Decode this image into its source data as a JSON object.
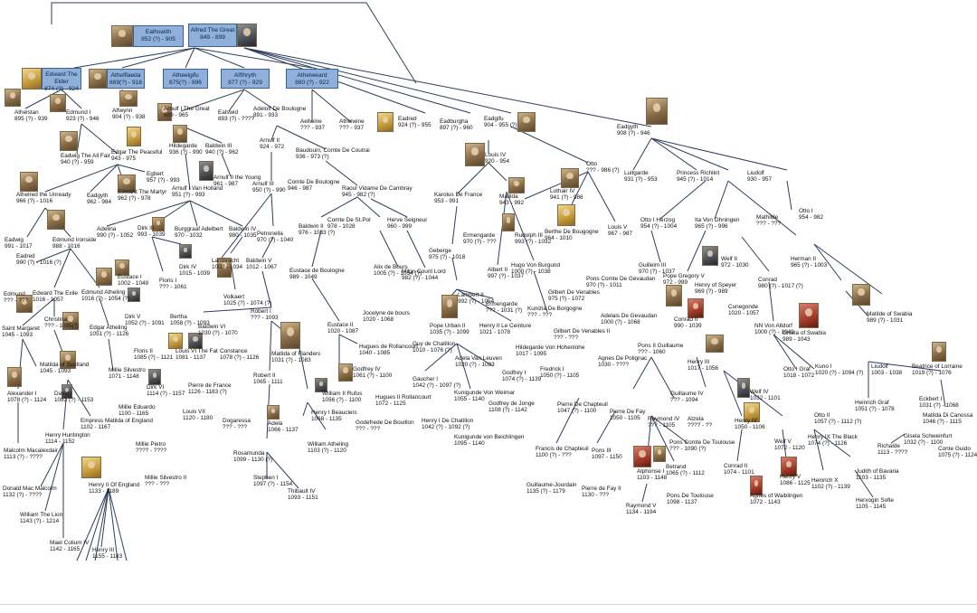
{
  "colors": {
    "box_fill": "#8fb0da",
    "line": "#2c3e5c"
  },
  "boxes": [
    {
      "id": "ealhswith",
      "name": "Ealhswith",
      "dates": "852 (?) - 905"
    },
    {
      "id": "alfred",
      "name": "Alfred The Great",
      "dates": "849 - 899"
    },
    {
      "id": "edward_elder",
      "name": "Edward The Elder",
      "dates": "874 (?) - 924"
    },
    {
      "id": "aethelflaeda",
      "name": "Athelflaeda",
      "dates": "869(?) - 918"
    },
    {
      "id": "aethelgifu",
      "name": "Atheelgifu",
      "dates": "875(?) - 896"
    },
    {
      "id": "aelfthryth",
      "name": "Alfthryth",
      "dates": "877 (?) - 929"
    },
    {
      "id": "aethelweard",
      "name": "Athelweard",
      "dates": "880 (?) - 922"
    }
  ],
  "people": [
    {
      "id": "aethelstan",
      "name": "Athelstan",
      "dates": "895 (?) - 939"
    },
    {
      "id": "edmund_i",
      "name": "Edmund I",
      "dates": "923 (?) - 946"
    },
    {
      "id": "aelfwynn",
      "name": "Alfwynn",
      "dates": "904 (?) - 938"
    },
    {
      "id": "arnulf_great",
      "name": "Arnulf I The Great",
      "dates": "889 - 965"
    },
    {
      "id": "ealswid",
      "name": "Ealswid",
      "dates": "893 (?) - ????"
    },
    {
      "id": "adelolf",
      "name": "Adelolf De Boulogne",
      "dates": "891 - 933"
    },
    {
      "id": "aellwine",
      "name": "Aellwine",
      "dates": "??? - 937"
    },
    {
      "id": "aethelwine",
      "name": "Athelwine",
      "dates": "??? - 937"
    },
    {
      "id": "eadred",
      "name": "Eadred",
      "dates": "924 (?) - 955"
    },
    {
      "id": "eadburgha",
      "name": "Eadburgha",
      "dates": "897 (?) - 960"
    },
    {
      "id": "eadgifu",
      "name": "Eadgifu",
      "dates": "904 - 955 (?)"
    },
    {
      "id": "eadgyth",
      "name": "Eadgyth",
      "dates": "908 (?) - 946"
    },
    {
      "id": "eadwig",
      "name": "Eadwig The All Fair",
      "dates": "940 (?) - 959"
    },
    {
      "id": "edgar",
      "name": "Edgar The Peaceful",
      "dates": "943 - 975"
    },
    {
      "id": "hildegarde",
      "name": "Hildegarde",
      "dates": "936 (?) - 990"
    },
    {
      "id": "baldwin_iii",
      "name": "Baldwin III",
      "dates": "940 (?) - 962"
    },
    {
      "id": "arnulf_ii",
      "name": "Arnulf II",
      "dates": "924 - 972"
    },
    {
      "id": "baudouin",
      "name": "Baudouin, Comte De Coutrai",
      "dates": "936 - 973 (?)"
    },
    {
      "id": "louis_iv",
      "name": "Louis IV",
      "dates": "920 - 954"
    },
    {
      "id": "otto_986",
      "name": "Otto",
      "dates": "??? - 986 (?)"
    },
    {
      "id": "egbert",
      "name": "Egbert",
      "dates": "957 (?) - 993"
    },
    {
      "id": "arnulf_young",
      "name": "Arnulf II the Young",
      "dates": "961 - 987"
    },
    {
      "id": "aethelred",
      "name": "Athelred the Unready",
      "dates": "966 (?) - 1016"
    },
    {
      "id": "eadgyth2",
      "name": "Eadgyth",
      "dates": "962 - 984"
    },
    {
      "id": "edward_martyr",
      "name": "Edward The Martyr",
      "dates": "962 (?) - 978"
    },
    {
      "id": "arnulf_holland",
      "name": "Arnulf I Van Holland",
      "dates": "951 (?) - 993"
    },
    {
      "id": "arnulf_iii",
      "name": "Arnulf III",
      "dates": "950 (?) - 990"
    },
    {
      "id": "comte_boulogne",
      "name": "Comte De Boulogne",
      "dates": "946 - 987"
    },
    {
      "id": "raoul",
      "name": "Raoul Vidame De Cambray",
      "dates": "945 - 982 (?)"
    },
    {
      "id": "karolus",
      "name": "Karolus De France",
      "dates": "953 - 991"
    },
    {
      "id": "matilda_943",
      "name": "Matilda",
      "dates": "943 - 992"
    },
    {
      "id": "lothair",
      "name": "Lothair IV",
      "dates": "941 (?) - 986"
    },
    {
      "id": "luitgarde",
      "name": "Luitgarde",
      "dates": "931 (?) - 953"
    },
    {
      "id": "richlint",
      "name": "Princess Richlint",
      "dates": "945 (?) - 1014"
    },
    {
      "id": "liudolf",
      "name": "Liudolf",
      "dates": "930 - 957"
    },
    {
      "id": "eadwig2",
      "name": "Eadwig",
      "dates": "991 - 1017"
    },
    {
      "id": "edmund_ironside",
      "name": "Edmund Ironside",
      "dates": "988 - 1016"
    },
    {
      "id": "adelina",
      "name": "Adelina",
      "dates": "990 (?) - 1052"
    },
    {
      "id": "dirk_iii",
      "name": "Dirk III",
      "dates": "993 - 1039"
    },
    {
      "id": "burggraaf",
      "name": "Burggraaf Adelbert",
      "dates": "970 - 1032"
    },
    {
      "id": "baldwin_iv",
      "name": "Baldwin IV",
      "dates": "980 - 1035"
    },
    {
      "id": "petronella",
      "name": "Petronella",
      "dates": "970 (?) - 1040"
    },
    {
      "id": "baldwin_ii",
      "name": "Baldwin II",
      "dates": "976 - 1033 (?)"
    },
    {
      "id": "comte_stpol",
      "name": "Comte De St.Pol",
      "dates": "978 - 1028"
    },
    {
      "id": "herve",
      "name": "Herve Seigneur",
      "dates": "960 - 999"
    },
    {
      "id": "ermengarde",
      "name": "Ermengarde",
      "dates": "970 (?) - ???"
    },
    {
      "id": "rudolph",
      "name": "Rudolph III",
      "dates": "993 (?) - 1032"
    },
    {
      "id": "berthe",
      "name": "Berthe De Bougogne",
      "dates": "964 - 1010"
    },
    {
      "id": "louis_v",
      "name": "Louis V",
      "dates": "967 - 987"
    },
    {
      "id": "otto_herzog",
      "name": "Otto I Herzog",
      "dates": "954 (?) - 1004"
    },
    {
      "id": "ita",
      "name": "Ita Von Ohningen",
      "dates": "965 (?) - 996"
    },
    {
      "id": "mathilde",
      "name": "Mathilde",
      "dates": "??? - ???"
    },
    {
      "id": "otto_i",
      "name": "Otto I",
      "dates": "954 - 982"
    },
    {
      "id": "eadred2",
      "name": "Eadred",
      "dates": "990 (?) - 1016 (?)"
    },
    {
      "id": "edmund_2",
      "name": "Edmund",
      "dates": "??? - ???"
    },
    {
      "id": "edward_exile",
      "name": "Edward The Exile",
      "dates": "1016 - 1057"
    },
    {
      "id": "edmund_aetheling",
      "name": "Edmund Atheling",
      "dates": "1016 (?) - 1054 (?)"
    },
    {
      "id": "eustace_i",
      "name": "Eustace I",
      "dates": "1002 - 1049"
    },
    {
      "id": "dirk_iv",
      "name": "Dirk IV",
      "dates": "1015 - 1039"
    },
    {
      "id": "floris_i",
      "name": "Floris I",
      "dates": "??? - 1061"
    },
    {
      "id": "lambrecht",
      "name": "Lambrecht",
      "dates": "1000 - 1034"
    },
    {
      "id": "baldwin_v",
      "name": "Baldwin V",
      "dates": "1012 - 1067"
    },
    {
      "id": "eustace_boulogne",
      "name": "Eustace de Boulogne",
      "dates": "989 - 1049"
    },
    {
      "id": "alix",
      "name": "Alix de Bours",
      "dates": "1005 (?) - 1054 (?)"
    },
    {
      "id": "milon",
      "name": "Milon Count Lord",
      "dates": "982 (?) - 1044"
    },
    {
      "id": "geberge",
      "name": "Geberge",
      "dates": "975 (?) - 1018"
    },
    {
      "id": "albert_ii",
      "name": "Albert II",
      "dates": "997 (?) - 1037"
    },
    {
      "id": "hugo",
      "name": "Hugo Von Burgund",
      "dates": "1000 (?) - 1038"
    },
    {
      "id": "guillelm",
      "name": "Guillelm III",
      "dates": "970 (?) - 1037"
    },
    {
      "id": "welf_ii",
      "name": "Welf II",
      "dates": "972 - 1030"
    },
    {
      "id": "herman_ii",
      "name": "Herman II",
      "dates": "965 (?) - 1003"
    },
    {
      "id": "pope_gregory",
      "name": "Pope Gregory V",
      "dates": "972 - 999"
    },
    {
      "id": "henry_speyer",
      "name": "Henry of Speyer",
      "dates": "969 (?) - 989"
    },
    {
      "id": "conrad",
      "name": "Conrad",
      "dates": "980 (?) - 1017 (?)"
    },
    {
      "id": "gilbert",
      "name": "Gilbert De Venables",
      "dates": "975 (?) - 1072"
    },
    {
      "id": "kunizia",
      "name": "Kunizia De Borgogne",
      "dates": "??? - ???"
    },
    {
      "id": "pons_gevaudan",
      "name": "Pons Comte De Gevaudan",
      "dates": "970 (?) - 1011"
    },
    {
      "id": "saint_margaret",
      "name": "Saint Margaret",
      "dates": "1045 - 1093"
    },
    {
      "id": "christina",
      "name": "Christina",
      "dates": "??? - 1095(?)"
    },
    {
      "id": "edgar_aetheling",
      "name": "Edgar Atheling",
      "dates": "1051 (?) - 1126"
    },
    {
      "id": "dirk_v",
      "name": "Dirk V",
      "dates": "1052 (?) - 1091"
    },
    {
      "id": "bertha",
      "name": "Bertha",
      "dates": "1058 (?) - 1093"
    },
    {
      "id": "volkaert",
      "name": "Volkaert",
      "dates": "1025 (?) - 1074 (?)"
    },
    {
      "id": "robert_i",
      "name": "Robert I",
      "dates": "??? - 1093"
    },
    {
      "id": "baldwin_vi",
      "name": "Baldwin VI",
      "dates": "1030 (?) - 1070"
    },
    {
      "id": "jocelyne",
      "name": "Jocelyne de bours",
      "dates": "1020 - 1068"
    },
    {
      "id": "lambert_ii",
      "name": "Lambert II",
      "dates": "992 (?) - 1054"
    },
    {
      "id": "ermengarde2",
      "name": "Ermengarde",
      "dates": "??? - 1031 (?)"
    },
    {
      "id": "conrad_ii",
      "name": "Conrad II",
      "dates": "990 - 1039"
    },
    {
      "id": "cunegonde",
      "name": "Cunegonde",
      "dates": "1020 - 1057"
    },
    {
      "id": "nn_altdorf",
      "name": "NN Von Altdorf",
      "dates": "1000 (?) - 1049"
    },
    {
      "id": "gisela",
      "name": "Gisela of Swabia",
      "dates": "989 - 1043"
    },
    {
      "id": "matilde_swabia",
      "name": "Matilde of Swabia",
      "dates": "989 (?) - 1031"
    },
    {
      "id": "adelais",
      "name": "Adelais De Gevaudan",
      "dates": "1000 (?) - 1068"
    },
    {
      "id": "gilbert2",
      "name": "Gilbert De Venables II",
      "dates": "??? - ???"
    },
    {
      "id": "floris_ii",
      "name": "Floris II",
      "dates": "1085 (?) - 1121"
    },
    {
      "id": "louis_fat",
      "name": "Louis VI The Fat",
      "dates": "1081 - 1137"
    },
    {
      "id": "constance",
      "name": "Constance",
      "dates": "1078 (?) - 1126"
    },
    {
      "id": "matilda_flanders",
      "name": "Matilda of Flanders",
      "dates": "1031 (?) - 1083"
    },
    {
      "id": "eustace_ii",
      "name": "Eustace II",
      "dates": "1020 - 1087"
    },
    {
      "id": "hugues_roll",
      "name": "Hugues de Rollancourt",
      "dates": "1040 - 1085"
    },
    {
      "id": "guy",
      "name": "Guy de Chatillon",
      "dates": "1010 - 1076 (?)"
    },
    {
      "id": "pope_urban",
      "name": "Pope Urban II",
      "dates": "1035 (?) - 1099"
    },
    {
      "id": "henry_ceinture",
      "name": "Henry II Le Ceinture",
      "dates": "1021 - 1078"
    },
    {
      "id": "hildegarde_hoh",
      "name": "Hildegarde Von Hohenlohe",
      "dates": "1017 - 1095"
    },
    {
      "id": "pons_ii",
      "name": "Pons II Guillaume",
      "dates": "??? - 1060"
    },
    {
      "id": "henry_iii",
      "name": "Henry III",
      "dates": "1017 - 1056"
    },
    {
      "id": "otto_graf",
      "name": "Otto I Graf",
      "dates": "1018 - 1072"
    },
    {
      "id": "kuno",
      "name": "Kuno I",
      "dates": "1020 (?) - 1094 (?)"
    },
    {
      "id": "liudolf2",
      "name": "Liudolf",
      "dates": "1003 - 1038"
    },
    {
      "id": "beatrice",
      "name": "Beatrice of Lorraine",
      "dates": "1019 (?) - 1076"
    },
    {
      "id": "alexander",
      "name": "Alexander I",
      "dates": "1078 (?) - 1124"
    },
    {
      "id": "matilda_scot",
      "name": "Matilda of Scotland",
      "dates": "1045 - 1093"
    },
    {
      "id": "millie",
      "name": "Millie Silvestro",
      "dates": "1071 - 1148"
    },
    {
      "id": "dirk_vi",
      "name": "Dirk VI",
      "dates": "1114 (?) - 1157"
    },
    {
      "id": "pierre_france",
      "name": "Pierre de France",
      "dates": "1126 - 1183 (?)"
    },
    {
      "id": "robert_ii",
      "name": "Robert II",
      "dates": "1065 - 1111"
    },
    {
      "id": "william_rufus",
      "name": "William II Rufus",
      "dates": "1056 (?) - 1100"
    },
    {
      "id": "godfrey_iv",
      "name": "Godfrey IV",
      "dates": "1061 (?) - 1100"
    },
    {
      "id": "hugues_ii",
      "name": "Hugues II Rollancourt",
      "dates": "1072 - 1125"
    },
    {
      "id": "adela_louvain",
      "name": "Adela Van Leuven",
      "dates": "1020 (?) - 1083"
    },
    {
      "id": "godfrey_i",
      "name": "Godfrey I",
      "dates": "1074 (?) - 1139"
    },
    {
      "id": "fredrick",
      "name": "Fredrick I",
      "dates": "1050 (?) - 1105"
    },
    {
      "id": "agnes",
      "name": "Agnes De Polignac",
      "dates": "1030 - ????"
    },
    {
      "id": "guillaume_iv",
      "name": "Guillaume IV",
      "dates": "??? - 1094"
    },
    {
      "id": "welf_iv",
      "name": "Welf IV",
      "dates": "1032 - 1101"
    },
    {
      "id": "otto_ii",
      "name": "Otto II",
      "dates": "1057 (?) - 1112 (?)"
    },
    {
      "id": "heinrich_graf",
      "name": "Heinrich Graf",
      "dates": "1051 (?) - 1078"
    },
    {
      "id": "eckbert",
      "name": "Eckbert I",
      "dates": "1031 (?) - 1068"
    },
    {
      "id": "matilda_canossa",
      "name": "Matilda Di Canossa",
      "dates": "1046 (?) - 1115"
    },
    {
      "id": "david_i",
      "name": "David I",
      "dates": "1083 (?) - 1153"
    },
    {
      "id": "empress",
      "name": "Empress Matilda of England",
      "dates": "1102 - 1167"
    },
    {
      "id": "millie_eduardo",
      "name": "Millie Eduardo",
      "dates": "1100 - 1165"
    },
    {
      "id": "louis_vii",
      "name": "Louis VII",
      "dates": "1120 - 1180"
    },
    {
      "id": "henry_beauclerc",
      "name": "Henry I Beauclerc",
      "dates": "1068 - 1135"
    },
    {
      "id": "gaucher",
      "name": "Gaucher I",
      "dates": "1042 (?) - 1097 (?)"
    },
    {
      "id": "kunigunde",
      "name": "Kunigunde Von Weimar",
      "dates": "1055 - 1140"
    },
    {
      "id": "godfrey_jonge",
      "name": "Godfrey de Jonge",
      "dates": "1108 (?) - 1142"
    },
    {
      "id": "pierre_chapteuil",
      "name": "Pierre De Chapteuil",
      "dates": "1047 (?) - 1100"
    },
    {
      "id": "pierre_fay",
      "name": "Pierre De Fay",
      "dates": "1050 - 1105"
    },
    {
      "id": "raymond_iv",
      "name": "Raymond IV",
      "dates": "??? - 1105"
    },
    {
      "id": "atzela",
      "name": "Atzela",
      "dates": "???? - ??"
    },
    {
      "id": "henry_iv",
      "name": "Henry IV",
      "dates": "1050 - 1106"
    },
    {
      "id": "welf_v",
      "name": "Welf V",
      "dates": "1072 - 1120"
    },
    {
      "id": "henry_ix",
      "name": "Henry IX The Black",
      "dates": "1074 (?) - 1126"
    },
    {
      "id": "gisela_schw",
      "name": "Gisela Schweinfurt",
      "dates": "1032 (?) - 1100"
    },
    {
      "id": "richalde",
      "name": "Richalde",
      "dates": "1113 - ????"
    },
    {
      "id": "conte_guido",
      "name": "Conte Guido",
      "dates": "1075 (?) - 1124"
    },
    {
      "id": "malcolm",
      "name": "Malcolm Macalexdair",
      "dates": "1113 (?) - ????"
    },
    {
      "id": "henry_huntington",
      "name": "Henry Huntington",
      "dates": "1114 - 1152"
    },
    {
      "id": "dogaressa",
      "name": "Dogaressa",
      "dates": "??? - ???"
    },
    {
      "id": "adela",
      "name": "Adela",
      "dates": "1066 - 1137"
    },
    {
      "id": "william_aetheling",
      "name": "William Atheling",
      "dates": "1103 (?) - 1120"
    },
    {
      "id": "godefrede",
      "name": "Godefrede De Bouillon",
      "dates": "??? - ???"
    },
    {
      "id": "henry_chatillon",
      "name": "Henry I De Chatillon",
      "dates": "1042 (?) - 1092 (?)"
    },
    {
      "id": "kunigunde2",
      "name": "Kunigunde von Beichlingen",
      "dates": "1095 - 1140"
    },
    {
      "id": "francis",
      "name": "Francis de Chapteuil",
      "dates": "1100 (?) - ???"
    },
    {
      "id": "pons_iii",
      "name": "Pons III",
      "dates": "1097 - 1150"
    },
    {
      "id": "pons_toulouse",
      "name": "Pons Comte De Toulouse",
      "dates": "??? - 1090 (?)"
    },
    {
      "id": "millie_pietro",
      "name": "Millie Pietro",
      "dates": "???? - ????"
    },
    {
      "id": "alphonse",
      "name": "Alphonse I",
      "dates": "1103 - 1148"
    },
    {
      "id": "betrand",
      "name": "Betrand",
      "dates": "1065 (?) - 1112"
    },
    {
      "id": "conrad_ii_2",
      "name": "Conrad II",
      "dates": "1074 - 1101"
    },
    {
      "id": "henry_v",
      "name": "Henry V",
      "dates": "1086 - 1125"
    },
    {
      "id": "heinrich_x",
      "name": "Heinrich X",
      "dates": "1102 (?) - 1139"
    },
    {
      "id": "judith",
      "name": "Judith of Bavaria",
      "dates": "1103 - 1135"
    },
    {
      "id": "donald",
      "name": "Donald Mac Malcolm",
      "dates": "1132 (?) - ????"
    },
    {
      "id": "henry_ii",
      "name": "Henry II Of England",
      "dates": "1133 - 1189"
    },
    {
      "id": "millie_ii",
      "name": "Millie Silvestro II",
      "dates": "??? - ???"
    },
    {
      "id": "rosamunda",
      "name": "Rosamunda",
      "dates": "1099 - 1130 (?)"
    },
    {
      "id": "stephen",
      "name": "Stephen I",
      "dates": "1097 (?) - 1154"
    },
    {
      "id": "guillaume_jourdain",
      "name": "Guillaume-Jourdain",
      "dates": "1135 (?) - 1179"
    },
    {
      "id": "pierre_fay_ii",
      "name": "Pierre de Fay II",
      "dates": "1130 - ???"
    },
    {
      "id": "pons_toulouse2",
      "name": "Pons De Toulouse",
      "dates": "1098 - 1137"
    },
    {
      "id": "agnes_waib",
      "name": "Agnes of Waiblingen",
      "dates": "1072 - 1143"
    },
    {
      "id": "william_lion",
      "name": "William The Lion",
      "dates": "1143 (?) - 1214"
    },
    {
      "id": "thibault",
      "name": "Thibault IV",
      "dates": "1093 - 1151"
    },
    {
      "id": "raymond_v",
      "name": "Raymond V",
      "dates": "1134 - 1194"
    },
    {
      "id": "herxogin",
      "name": "Herxogin Sofie",
      "dates": "1105 - 1145"
    },
    {
      "id": "mael_colium",
      "name": "Mael Colium IV",
      "dates": "1142 - 1165"
    },
    {
      "id": "henry_iii_eng",
      "name": "Henry III",
      "dates": "1155 - 1183"
    }
  ]
}
